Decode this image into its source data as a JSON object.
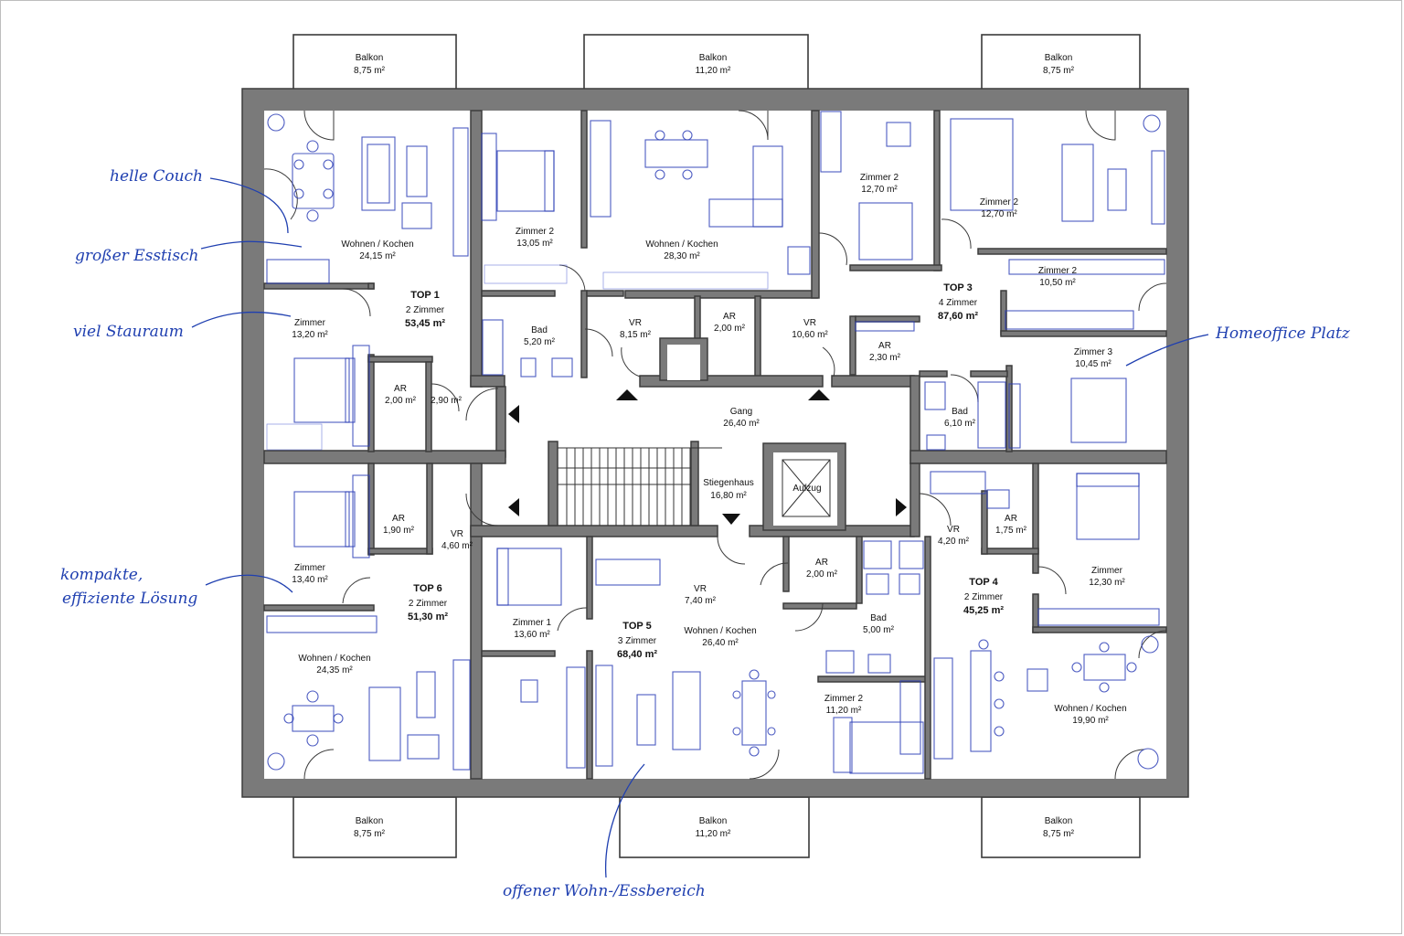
{
  "balconies": {
    "b1": {
      "name": "Balkon",
      "area": "8,75 m²"
    },
    "b2": {
      "name": "Balkon",
      "area": "11,20 m²"
    },
    "b3": {
      "name": "Balkon",
      "area": "8,75 m²"
    },
    "b4": {
      "name": "Balkon",
      "area": "8,75 m²"
    },
    "b5": {
      "name": "Balkon",
      "area": "11,20 m²"
    },
    "b6": {
      "name": "Balkon",
      "area": "8,75 m²"
    }
  },
  "units": {
    "top1": {
      "title": "TOP 1",
      "rooms": "2 Zimmer",
      "area": "53,45 m²"
    },
    "top3": {
      "title": "TOP 3",
      "rooms": "4 Zimmer",
      "area": "87,60 m²"
    },
    "top4": {
      "title": "TOP 4",
      "rooms": "2 Zimmer",
      "area": "45,25 m²"
    },
    "top5": {
      "title": "TOP 5",
      "rooms": "3 Zimmer",
      "area": "68,40 m²"
    },
    "top6": {
      "title": "TOP 6",
      "rooms": "2 Zimmer",
      "area": "51,30 m²"
    }
  },
  "rooms": {
    "t1_wohnen": {
      "name": "Wohnen / Kochen",
      "area": "24,15 m²"
    },
    "t1_zimmer": {
      "name": "Zimmer",
      "area": "13,20 m²"
    },
    "t1_ar": {
      "name": "AR",
      "area": "2,00 m²"
    },
    "t1_vr": {
      "area": "2,90 m²"
    },
    "t2_zimmer2": {
      "name": "Zimmer 2",
      "area": "13,05 m²"
    },
    "t2_wohnen": {
      "name": "Wohnen / Kochen",
      "area": "28,30 m²"
    },
    "t2_bad": {
      "name": "Bad",
      "area": "5,20 m²"
    },
    "t2_vr": {
      "name": "VR",
      "area": "8,15 m²"
    },
    "t2_ar": {
      "name": "AR",
      "area": "2,00 m²"
    },
    "t3_vr": {
      "name": "VR",
      "area": "10,60 m²"
    },
    "t3_zimmer2a": {
      "name": "Zimmer 2",
      "area": "12,70 m²"
    },
    "t3_zimmer2b": {
      "name": "Zimmer 2",
      "area": "12,70 m²"
    },
    "t3_zimmer2c": {
      "name": "Zimmer 2",
      "area": "10,50 m²"
    },
    "t3_zimmer3": {
      "name": "Zimmer 3",
      "area": "10,45 m²"
    },
    "t3_ar": {
      "name": "AR",
      "area": "2,30 m²"
    },
    "t3_bad": {
      "name": "Bad",
      "area": "6,10 m²"
    },
    "gang": {
      "name": "Gang",
      "area": "26,40 m²"
    },
    "stiegenhaus": {
      "name": "Stiegenhaus",
      "area": "16,80 m²"
    },
    "aufzug": {
      "name": "Aufzug"
    },
    "t6_ar": {
      "name": "AR",
      "area": "1,90 m²"
    },
    "t6_vr": {
      "name": "VR",
      "area": "4,60 m²"
    },
    "t6_zimmer": {
      "name": "Zimmer",
      "area": "13,40 m²"
    },
    "t6_wohnen": {
      "name": "Wohnen / Kochen",
      "area": "24,35 m²"
    },
    "t5_zimmer1": {
      "name": "Zimmer 1",
      "area": "13,60 m²"
    },
    "t5_vr": {
      "name": "VR",
      "area": "7,40 m²"
    },
    "t5_wohnen": {
      "name": "Wohnen / Kochen",
      "area": "26,40 m²"
    },
    "t5_ar": {
      "name": "AR",
      "area": "2,00 m²"
    },
    "t5_bad": {
      "name": "Bad",
      "area": "5,00 m²"
    },
    "t5_zimmer2": {
      "name": "Zimmer 2",
      "area": "11,20 m²"
    },
    "t4_vr": {
      "name": "VR",
      "area": "4,20 m²"
    },
    "t4_ar": {
      "name": "AR",
      "area": "1,75 m²"
    },
    "t4_zimmer": {
      "name": "Zimmer",
      "area": "12,30 m²"
    },
    "t4_wohnen": {
      "name": "Wohnen / Kochen",
      "area": "19,90 m²"
    }
  },
  "annotations": {
    "couch": "helle Couch",
    "esstisch": "großer Esstisch",
    "stauraum": "viel Stauraum",
    "kompakt1": "kompakte,",
    "kompakt2": "effiziente Lösung",
    "homeoffice": "Homeoffice Platz",
    "offen": "offener Wohn-/Essbereich"
  },
  "colors": {
    "ink": "#1f3fb0",
    "walls": "#7a7a7a"
  }
}
